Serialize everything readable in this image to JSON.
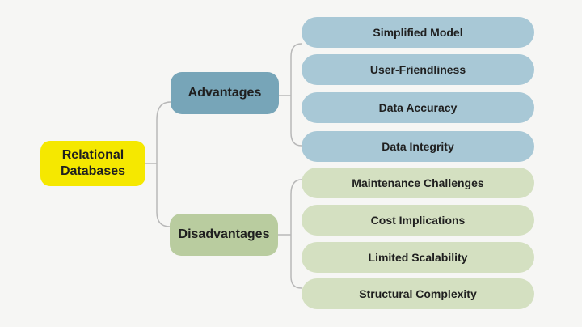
{
  "root": {
    "line1": "Relational",
    "line2": "Databases"
  },
  "branches": {
    "advantages": {
      "label": "Advantages",
      "items": [
        "Simplified Model",
        "User-Friendliness",
        "Data Accuracy",
        "Data Integrity"
      ]
    },
    "disadvantages": {
      "label": "Disadvantages",
      "items": [
        "Maintenance Challenges",
        "Cost Implications",
        "Limited Scalability",
        "Structural Complexity"
      ]
    }
  },
  "colors": {
    "root_fill": "#f5e800",
    "advantages_branch": "#77a5b8",
    "advantages_leaf": "#a8c8d6",
    "disadvantages_branch": "#b9cc9f",
    "disadvantages_leaf": "#d4e0c1",
    "connector": "#b8b8b8"
  }
}
